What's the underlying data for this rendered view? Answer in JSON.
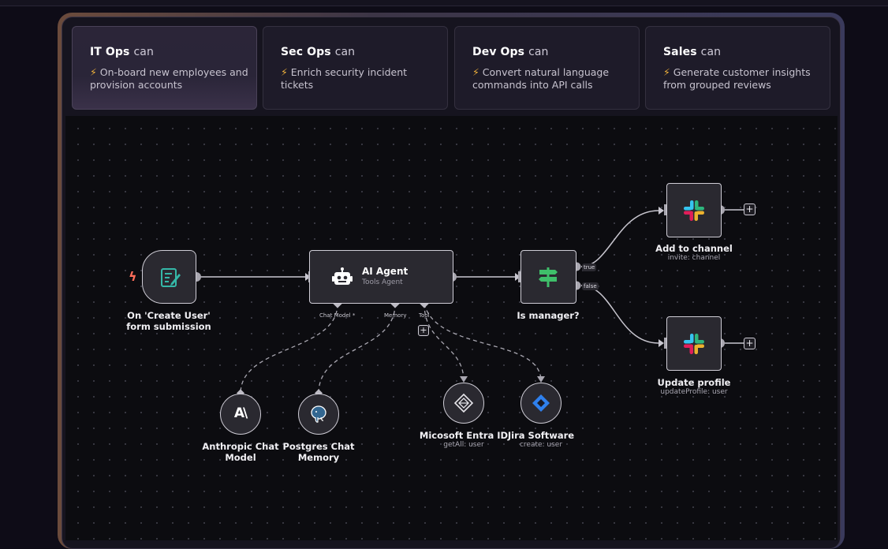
{
  "use_cases": [
    {
      "team": "IT Ops",
      "can": "can",
      "description": "On-board new employees and provision accounts",
      "active": true
    },
    {
      "team": "Sec Ops",
      "can": "can",
      "description": "Enrich security incident tickets",
      "active": false
    },
    {
      "team": "Dev Ops",
      "can": "can",
      "description": "Convert natural language commands into API calls",
      "active": false
    },
    {
      "team": "Sales",
      "can": "can",
      "description": "Generate customer insights from grouped reviews",
      "active": false
    }
  ],
  "workflow": {
    "trigger": {
      "label": "On 'Create User' form submission",
      "icon": "form-icon"
    },
    "agent": {
      "title": "AI Agent",
      "subtitle": "Tools Agent",
      "icon": "robot-icon",
      "ports": {
        "chat_model": "Chat Model *",
        "memory": "Memory",
        "tool": "Tool"
      }
    },
    "condition": {
      "label": "Is manager?",
      "icon": "signpost-icon",
      "true_label": "true",
      "false_label": "false"
    },
    "slack_add": {
      "label": "Add to channel",
      "subtitle": "invite: channel",
      "icon": "slack-icon"
    },
    "slack_update": {
      "label": "Update profile",
      "subtitle": "updateProfile: user",
      "icon": "slack-icon"
    },
    "anthropic": {
      "label_line1": "Anthropic Chat",
      "label_line2": "Model",
      "icon": "anthropic-icon"
    },
    "postgres": {
      "label_line1": "Postgres Chat",
      "label_line2": "Memory",
      "icon": "postgres-icon"
    },
    "entra": {
      "label": "Micosoft Entra ID",
      "subtitle": "getAll: user",
      "icon": "entra-icon"
    },
    "jira": {
      "label": "Jira Software",
      "subtitle": "create: user",
      "icon": "jira-icon"
    },
    "plus_symbol": "+"
  },
  "colors": {
    "accent_bolt": "#f2b33b",
    "trigger_bolt": "#ff6d5a",
    "form_icon": "#35b8a8",
    "signpost": "#3fbf6a",
    "jira": "#2f80ed"
  }
}
